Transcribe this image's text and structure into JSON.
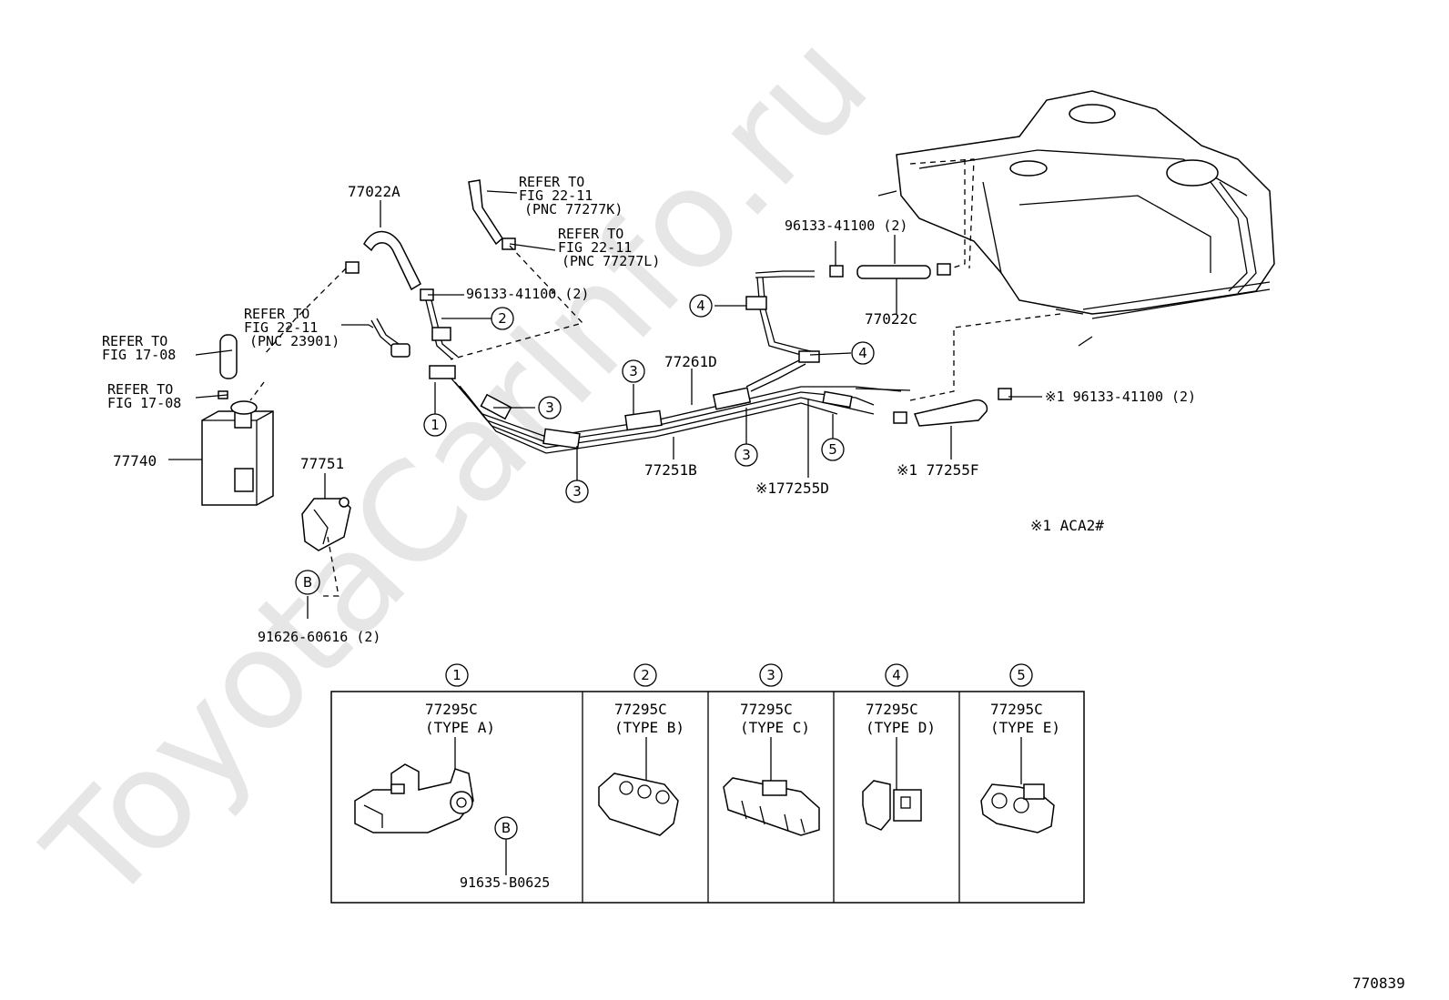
{
  "watermark": "ToyotaCarInfo.ru",
  "figure_id": "770839",
  "note_aca": "※1  ACA2#",
  "labels": {
    "p77022A": "77022A",
    "refer_a1": "REFER TO",
    "refer_a2": "FIG 22-11",
    "refer_a3": "(PNC 77277K)",
    "refer_b1": "REFER TO",
    "refer_b2": "FIG 22-11",
    "refer_b3": "(PNC 77277L)",
    "refer_c1": "REFER TO",
    "refer_c2": "FIG 22-11",
    "refer_c3": "(PNC 23901)",
    "refer_d1": "REFER TO",
    "refer_d2": "FIG 17-08",
    "refer_e1": "REFER TO",
    "refer_e2": "FIG 17-08",
    "clip1": "96133-41100 (2)",
    "clip2": "96133-41100 (2)",
    "clip3": "※1 96133-41100 (2)",
    "p77022C": "77022C",
    "p77261D": "77261D",
    "p77251B": "77251B",
    "p77255D": "※177255D",
    "p77255F": "※1 77255F",
    "p77740": "77740",
    "p77751": "77751",
    "bolt": "91626-60616 (2)",
    "letterB": "B"
  },
  "callouts": [
    "1",
    "2",
    "3",
    "4",
    "5"
  ],
  "table": {
    "columns": [
      {
        "num": "1",
        "part": "77295C",
        "type": "(TYPE  A)",
        "extra": "91635-B0625",
        "letter": "B"
      },
      {
        "num": "2",
        "part": "77295C",
        "type": "(TYPE  B)"
      },
      {
        "num": "3",
        "part": "77295C",
        "type": "(TYPE  C)"
      },
      {
        "num": "4",
        "part": "77295C",
        "type": "(TYPE  D)"
      },
      {
        "num": "5",
        "part": "77295C",
        "type": "(TYPE  E)"
      }
    ]
  }
}
